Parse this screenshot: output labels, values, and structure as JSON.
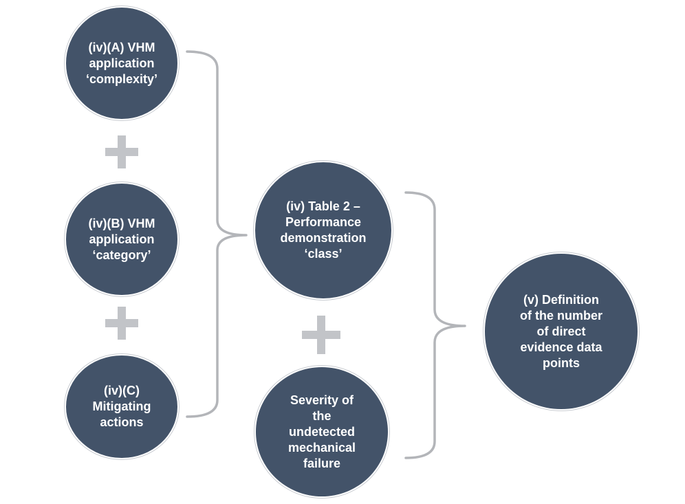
{
  "colors": {
    "node_fill": "#435369",
    "node_text": "#ffffff",
    "plus": "#c2c4c8",
    "bracket": "#b3b5b9"
  },
  "nodes": {
    "complexity": "(iv)(A) VHM\napplication\n‘complexity’",
    "category": "(iv)(B) VHM\napplication\n‘category’",
    "mitigating": "(iv)(C)\nMitigating\nactions",
    "performance_class": "(iv) Table 2 –\nPerformance\ndemonstration\n‘class’",
    "severity": "Severity of\nthe\nundetected\nmechanical\nfailure",
    "definition": "(v) Definition\nof the number\nof direct\nevidence data\npoints"
  },
  "icons": {
    "plus": "plus-icon",
    "bracket": "curly-brace-icon"
  }
}
